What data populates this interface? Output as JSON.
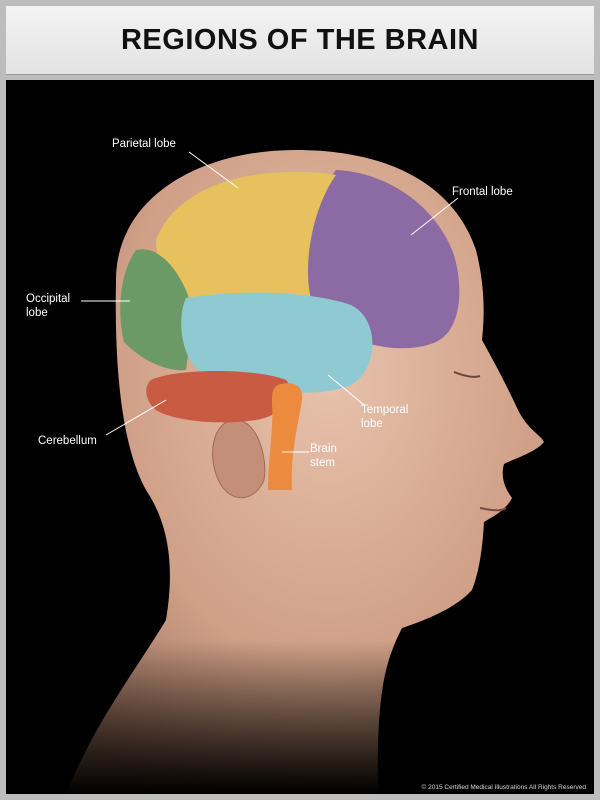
{
  "header": {
    "title": "REGIONS OF THE BRAIN"
  },
  "labels": {
    "parietal": "Parietal lobe",
    "frontal": "Frontal lobe",
    "occipital": "Occipital\nlobe",
    "cerebellum": "Cerebellum",
    "temporal": "Temporal\nlobe",
    "brain_stem": "Brain\nstem"
  },
  "footer": {
    "copyright": "© 2015 Certified Medical Illustrations All Rights Reserved"
  },
  "colors": {
    "parietal": "#e6c15e",
    "frontal": "#8c6aa3",
    "occipital": "#6c9a67",
    "temporal": "#8fc9d1",
    "cerebellum": "#c95b43",
    "brain_stem": "#ec8a3f",
    "skin": "#d7ab93",
    "background": "#000000"
  }
}
